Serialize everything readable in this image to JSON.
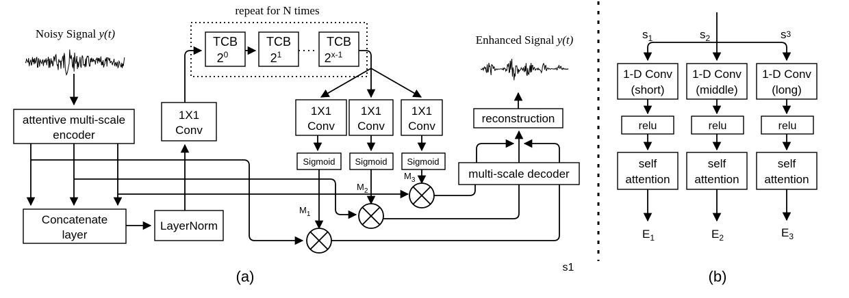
{
  "panel_a": {
    "label": "(a)",
    "noisy_signal": {
      "text": "Noisy Signal ",
      "var": "y(t)"
    },
    "enhanced_signal": {
      "text": "Enhanced Signal ",
      "var": "y(t)"
    },
    "repeat_label": "repeat for N times",
    "tcb": [
      {
        "name": "TCB",
        "base": "2",
        "exp": "0"
      },
      {
        "name": "TCB",
        "base": "2",
        "exp": "1"
      },
      {
        "name": "TCB",
        "base": "2",
        "exp": "x-1"
      }
    ],
    "encoder": {
      "line1": "attentive multi-scale",
      "line2": "encoder"
    },
    "conv_left": {
      "line1": "1X1",
      "line2": "Conv"
    },
    "concat": {
      "line1": "Concatenate",
      "line2": "layer"
    },
    "layernorm": "LayerNorm",
    "conv_branches": [
      {
        "line1": "1X1",
        "line2": "Conv"
      },
      {
        "line1": "1X1",
        "line2": "Conv"
      },
      {
        "line1": "1X1",
        "line2": "Conv"
      }
    ],
    "sigmoid": [
      "Sigmoid",
      "Sigmoid",
      "Sigmoid"
    ],
    "masks": [
      {
        "base": "M",
        "sub": "1"
      },
      {
        "base": "M",
        "sub": "2"
      },
      {
        "base": "M",
        "sub": "3"
      }
    ],
    "decoder": "multi-scale decoder",
    "reconstruction": "reconstruction",
    "corner_text": "s1"
  },
  "panel_b": {
    "label": "(b)",
    "scales": [
      {
        "base": "s",
        "sub": "1"
      },
      {
        "base": "s",
        "sub": "2"
      },
      {
        "base": "s",
        "sub": "3"
      }
    ],
    "conv": [
      {
        "line1": "1-D Conv",
        "line2": "(short)"
      },
      {
        "line1": "1-D Conv",
        "line2": "(middle)"
      },
      {
        "line1": "1-D Conv",
        "line2": "(long)"
      }
    ],
    "relu": [
      "relu",
      "relu",
      "relu"
    ],
    "attention": [
      {
        "line1": "self",
        "line2": "attention"
      },
      {
        "line1": "self",
        "line2": "attention"
      },
      {
        "line1": "self",
        "line2": "attention"
      }
    ],
    "outputs": [
      {
        "base": "E",
        "sub": "1"
      },
      {
        "base": "E",
        "sub": "2"
      },
      {
        "base": "E",
        "sub": "3"
      }
    ]
  }
}
